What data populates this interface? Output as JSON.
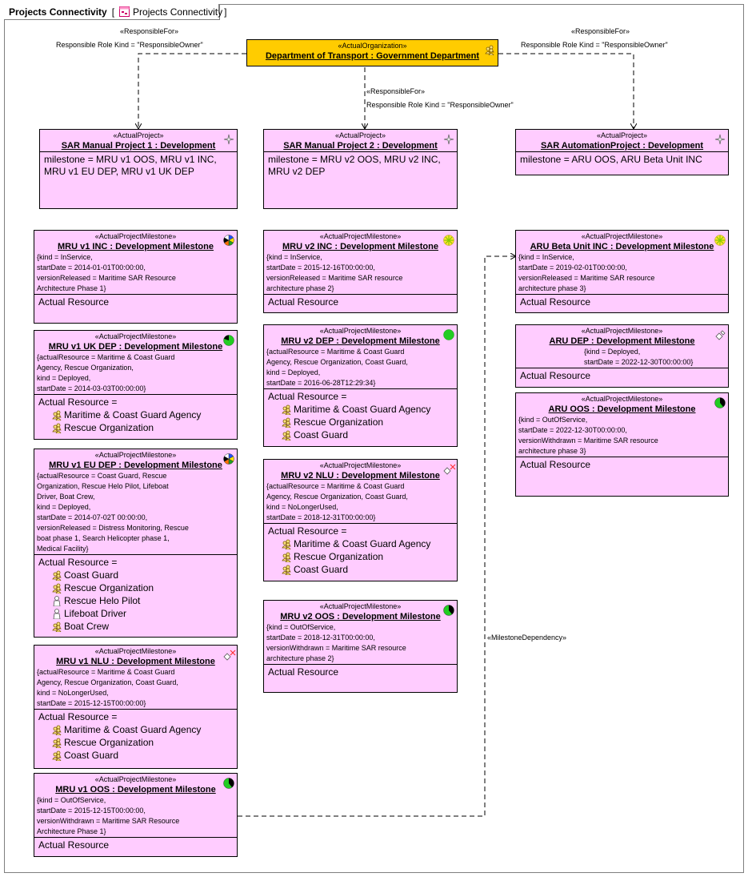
{
  "frame": {
    "title": "Projects Connectivity",
    "diagram_name": "Projects Connectivity"
  },
  "org": {
    "stereotype": "«ActualOrganization»",
    "title": "Department of Transport : Government Department"
  },
  "edges": {
    "responsible_stereotype": "«ResponsibleFor»",
    "responsible_label": "Responsible Role Kind = \"ResponsibleOwner\"",
    "dependency_stereotype": "«MilestoneDependency»"
  },
  "projects": [
    {
      "stereotype": "«ActualProject»",
      "title": "SAR Manual Project 1 : Development",
      "attr_lines": [
        "milestone = MRU v1 OOS, MRU v1 INC,",
        "MRU v1 EU DEP, MRU v1 UK  DEP"
      ]
    },
    {
      "stereotype": "«ActualProject»",
      "title": "SAR Manual Project 2 : Development",
      "attr_lines": [
        "milestone = MRU v2 OOS, MRU v2 INC,",
        "MRU v2 DEP"
      ]
    },
    {
      "stereotype": "«ActualProject»",
      "title": "SAR AutomationProject : Development",
      "attr_lines": [
        "milestone = ARU OOS, ARU Beta Unit INC"
      ]
    }
  ],
  "milestones": [
    {
      "key": "m1",
      "stereotype": "«ActualProjectMilestone»",
      "title": "MRU v1 INC : Development Milestone",
      "icon": "pie-multicolor-icon",
      "attrs": [
        "{kind = InService,",
        "startDate = 2014-01-01T00:00:00,",
        "versionReleased = Maritime SAR Resource",
        "Architecture Phase 1}"
      ],
      "resource_label": "Actual Resource",
      "resources": []
    },
    {
      "key": "m2",
      "stereotype": "«ActualProjectMilestone»",
      "title": "MRU v1 UK  DEP : Development Milestone",
      "icon": "green-circle-icon",
      "attrs": [
        "{actualResource = Maritime & Coast Guard",
        "Agency, Rescue Organization,",
        "kind = Deployed,",
        "startDate = 2014-03-03T00:00:00}"
      ],
      "resource_label": "Actual Resource =",
      "resources": [
        {
          "name": "Maritime & Coast Guard Agency",
          "icon": "organization-icon"
        },
        {
          "name": "Rescue Organization",
          "icon": "organization-icon"
        }
      ]
    },
    {
      "key": "m3",
      "stereotype": "«ActualProjectMilestone»",
      "title": "MRU v1 EU DEP : Development Milestone",
      "icon": "pie-multicolor-icon",
      "attrs": [
        "{actualResource = Coast Guard, Rescue",
        "Organization, Rescue Helo Pilot, Lifeboat",
        "Driver, Boat Crew,",
        "kind = Deployed,",
        "startDate = 2014-07-02T 00:00:00,",
        "versionReleased = Distress Monitoring, Rescue",
        "boat phase 1, Search Helicopter phase 1,",
        "Medical Facility}"
      ],
      "resource_label": "Actual Resource =",
      "resources": [
        {
          "name": "Coast Guard",
          "icon": "organization-icon"
        },
        {
          "name": "Rescue Organization",
          "icon": "organization-icon"
        },
        {
          "name": "Rescue Helo Pilot",
          "icon": "person-icon"
        },
        {
          "name": "Lifeboat Driver",
          "icon": "person-icon"
        },
        {
          "name": "Boat Crew",
          "icon": "organization-icon"
        }
      ]
    },
    {
      "key": "m4",
      "stereotype": "«ActualProjectMilestone»",
      "title": "MRU v1 NLU : Development Milestone",
      "icon": "diamond-cross-icon",
      "attrs": [
        "{actualResource = Maritime & Coast Guard",
        "Agency, Rescue Organization, Coast Guard,",
        "kind = NoLongerUsed,",
        "startDate = 2015-12-15T00:00:00}"
      ],
      "resource_label": "Actual Resource =",
      "resources": [
        {
          "name": "Maritime & Coast Guard Agency",
          "icon": "organization-icon"
        },
        {
          "name": "Rescue Organization",
          "icon": "organization-icon"
        },
        {
          "name": "Coast Guard",
          "icon": "organization-icon"
        }
      ]
    },
    {
      "key": "m5",
      "stereotype": "«ActualProjectMilestone»",
      "title": "MRU v1 OOS : Development Milestone",
      "icon": "green-black-pie-icon",
      "attrs": [
        "{kind = OutOfService,",
        "startDate = 2015-12-15T00:00:00,",
        "versionWithdrawn = Maritime SAR Resource",
        "Architecture Phase 1}"
      ],
      "resource_label": "Actual Resource",
      "resources": []
    },
    {
      "key": "m6",
      "stereotype": "«ActualProjectMilestone»",
      "title": "MRU v2 INC : Development Milestone",
      "icon": "yellow-flower-icon",
      "attrs": [
        "{kind = InService,",
        "startDate = 2015-12-16T00:00:00,",
        "versionReleased = Maritime SAR resource",
        "architecture phase 2}"
      ],
      "resource_label": "Actual Resource",
      "resources": []
    },
    {
      "key": "m7",
      "stereotype": "«ActualProjectMilestone»",
      "title": "MRU v2 DEP : Development Milestone",
      "icon": "green-dot-icon",
      "attrs": [
        "{actualResource = Maritime & Coast Guard",
        "Agency, Rescue Organization, Coast Guard,",
        "kind = Deployed,",
        "startDate = 2016-06-28T12:29:34}"
      ],
      "resource_label": "Actual Resource =",
      "resources": [
        {
          "name": "Maritime & Coast Guard Agency",
          "icon": "organization-icon"
        },
        {
          "name": "Rescue Organization",
          "icon": "organization-icon"
        },
        {
          "name": "Coast Guard",
          "icon": "organization-icon"
        }
      ]
    },
    {
      "key": "m8",
      "stereotype": "«ActualProjectMilestone»",
      "title": "MRU v2 NLU : Development Milestone",
      "icon": "diamond-cross-icon",
      "attrs": [
        "{actualResource = Maritime & Coast Guard",
        "Agency, Rescue Organization, Coast Guard,",
        "kind = NoLongerUsed,",
        "startDate = 2018-12-31T00:00:00}"
      ],
      "resource_label": "Actual Resource =",
      "resources": [
        {
          "name": "Maritime & Coast Guard Agency",
          "icon": "organization-icon"
        },
        {
          "name": "Rescue Organization",
          "icon": "organization-icon"
        },
        {
          "name": "Coast Guard",
          "icon": "organization-icon"
        }
      ]
    },
    {
      "key": "m9",
      "stereotype": "«ActualProjectMilestone»",
      "title": "MRU v2 OOS : Development Milestone",
      "icon": "green-black-pie-icon",
      "attrs": [
        "{kind = OutOfService,",
        "startDate = 2018-12-31T00:00:00,",
        "versionWithdrawn = Maritime SAR resource",
        "architecture phase 2}"
      ],
      "resource_label": "Actual Resource",
      "resources": []
    },
    {
      "key": "m10",
      "stereotype": "«ActualProjectMilestone»",
      "title": "ARU Beta Unit INC : Development Milestone",
      "icon": "yellow-flower-icon",
      "attrs": [
        "{kind = InService,",
        "startDate = 2019-02-01T00:00:00,",
        "versionReleased = Maritime SAR resource",
        "architecture phase 3}"
      ],
      "resource_label": "Actual Resource",
      "resources": []
    },
    {
      "key": "m11",
      "stereotype": "«ActualProjectMilestone»",
      "title": "ARU DEP : Development Milestone",
      "icon": "diamond-icon",
      "attrs": [
        "{kind = Deployed,",
        "startDate = 2022-12-30T00:00:00}"
      ],
      "resource_label": "Actual Resource",
      "resources": []
    },
    {
      "key": "m12",
      "stereotype": "«ActualProjectMilestone»",
      "title": "ARU OOS : Development Milestone",
      "icon": "green-black-pie-icon",
      "attrs": [
        "{kind = OutOfService,",
        "startDate = 2022-12-30T00:00:00,",
        "versionWithdrawn = Maritime SAR resource",
        "architecture phase 3}"
      ],
      "resource_label": "Actual Resource",
      "resources": []
    }
  ]
}
